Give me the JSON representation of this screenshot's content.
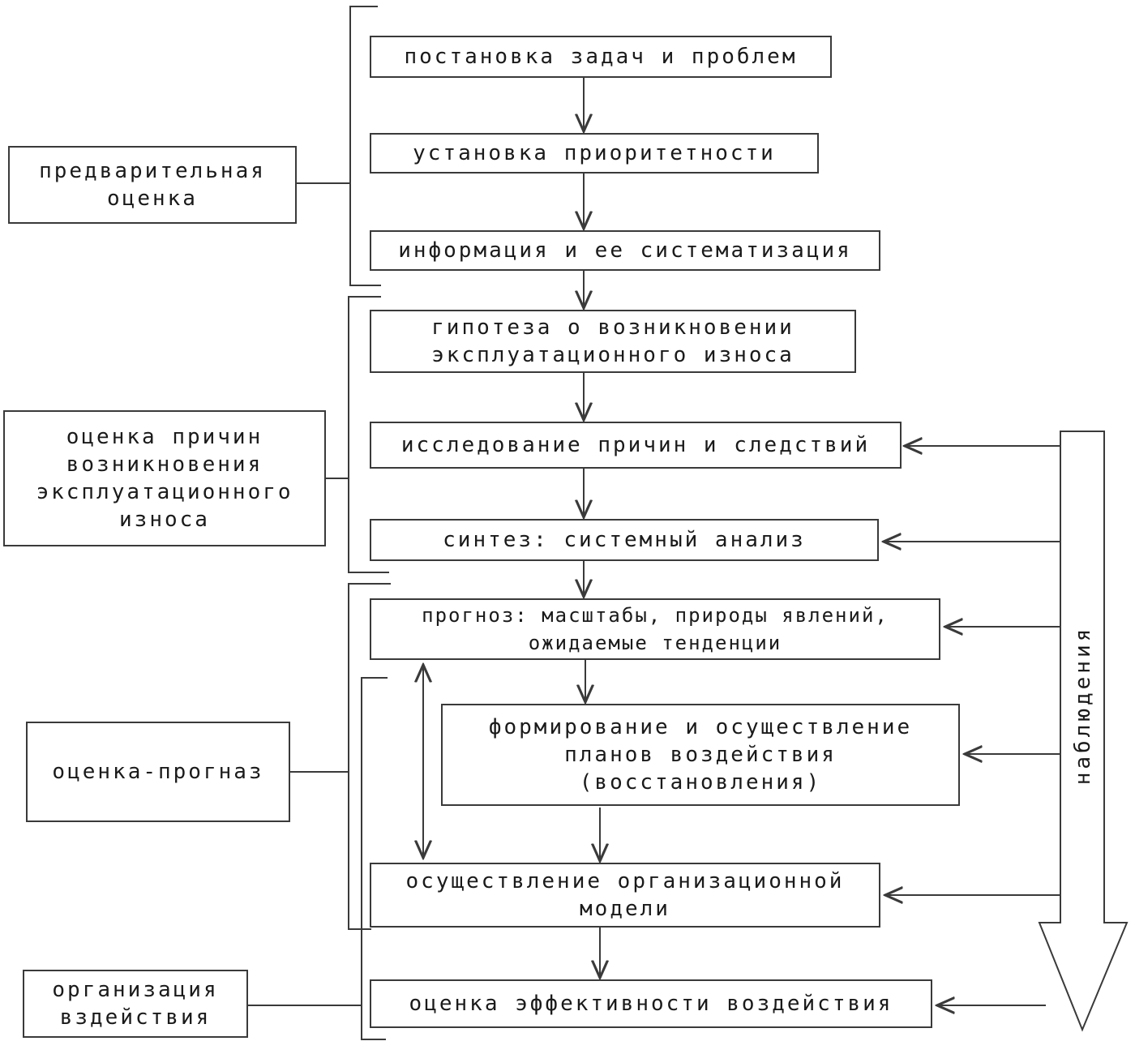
{
  "steps": [
    {
      "lines": [
        "постановка задач и проблем"
      ]
    },
    {
      "lines": [
        "установка приоритетности"
      ]
    },
    {
      "lines": [
        "информация и ее систематизация"
      ]
    },
    {
      "lines": [
        "гипотеза о возникновении",
        "эксплуатационного износа"
      ]
    },
    {
      "lines": [
        "исследование причин и следствий"
      ]
    },
    {
      "lines": [
        "синтез: системный анализ"
      ]
    },
    {
      "lines": [
        "прогноз: масштабы, природы явлений,",
        "ожидаемые тенденции"
      ]
    },
    {
      "lines": [
        "формирование и осуществление",
        "планов воздействия",
        "(восстановления)"
      ]
    },
    {
      "lines": [
        "осуществление организационной",
        "модели"
      ]
    },
    {
      "lines": [
        "оценка эффективности воздействия"
      ]
    }
  ],
  "stages": [
    {
      "lines": [
        "предварительная",
        "оценка"
      ]
    },
    {
      "lines": [
        "оценка причин",
        "возникновения",
        "эксплуатационного",
        "износа"
      ]
    },
    {
      "lines": [
        "оценка-прогназ"
      ]
    },
    {
      "lines": [
        "организация",
        "вздействия"
      ]
    }
  ],
  "observation_label": "наблюдения"
}
